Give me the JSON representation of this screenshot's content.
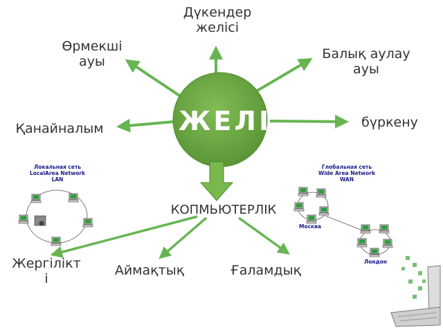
{
  "center": {
    "label": "ЖЕЛІ"
  },
  "branches": [
    {
      "id": "stores",
      "line1": "Дүкендер",
      "line2": "желісі"
    },
    {
      "id": "spider",
      "line1": "Өрмекші",
      "line2": "ауы"
    },
    {
      "id": "fishing",
      "line1": "Балық аулау",
      "line2": "ауы"
    },
    {
      "id": "blood",
      "line1": "Қанайналым"
    },
    {
      "id": "sprinkle",
      "line1": "бүркену"
    }
  ],
  "computers": {
    "label": "КОПМЬЮТЕРЛІК",
    "types": [
      {
        "id": "local",
        "line1": "Жергілікт",
        "line2": "і"
      },
      {
        "id": "regional",
        "line1": "Аймақтық"
      },
      {
        "id": "global",
        "line1": "Ғаламдық"
      }
    ]
  },
  "lan_diagram": {
    "title_lines": [
      "Локальная сеть",
      "LocalArea Network",
      "LAN"
    ]
  },
  "wan_diagram": {
    "title_lines": [
      "Глобальная сеть",
      "Wide Area Network",
      "WAN"
    ],
    "city_1": "Москва",
    "city_2": "Лондон"
  },
  "colors": {
    "node_green": "#6aa841",
    "node_dark": "#4e8a2a",
    "arrow_green": "#66b552",
    "text": "#333333"
  }
}
